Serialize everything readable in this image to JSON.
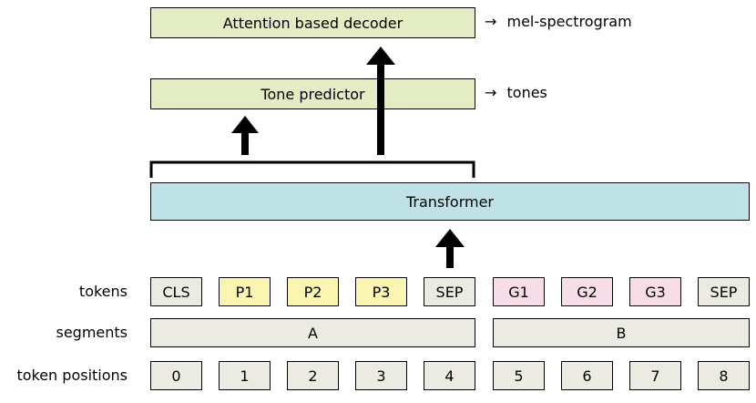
{
  "decoder": {
    "label": "Attention based decoder",
    "output": "mel-spectrogram"
  },
  "tone_predictor": {
    "label": "Tone predictor",
    "output": "tones"
  },
  "transformer": {
    "label": "Transformer"
  },
  "arrow_symbol": "→",
  "rows": {
    "tokens_label": "tokens",
    "segments_label": "segments",
    "positions_label": "token positions"
  },
  "tokens": [
    {
      "text": "CLS",
      "color": "#ebebe3"
    },
    {
      "text": "P1",
      "color": "#fbf5b2"
    },
    {
      "text": "P2",
      "color": "#fbf5b2"
    },
    {
      "text": "P3",
      "color": "#fbf5b2"
    },
    {
      "text": "SEP",
      "color": "#ebebe3"
    },
    {
      "text": "G1",
      "color": "#f7dde7"
    },
    {
      "text": "G2",
      "color": "#f7dde7"
    },
    {
      "text": "G3",
      "color": "#f7dde7"
    },
    {
      "text": "SEP",
      "color": "#ebebe3"
    }
  ],
  "segments": [
    "A",
    "B"
  ],
  "positions": [
    "0",
    "1",
    "2",
    "3",
    "4",
    "5",
    "6",
    "7",
    "8"
  ]
}
